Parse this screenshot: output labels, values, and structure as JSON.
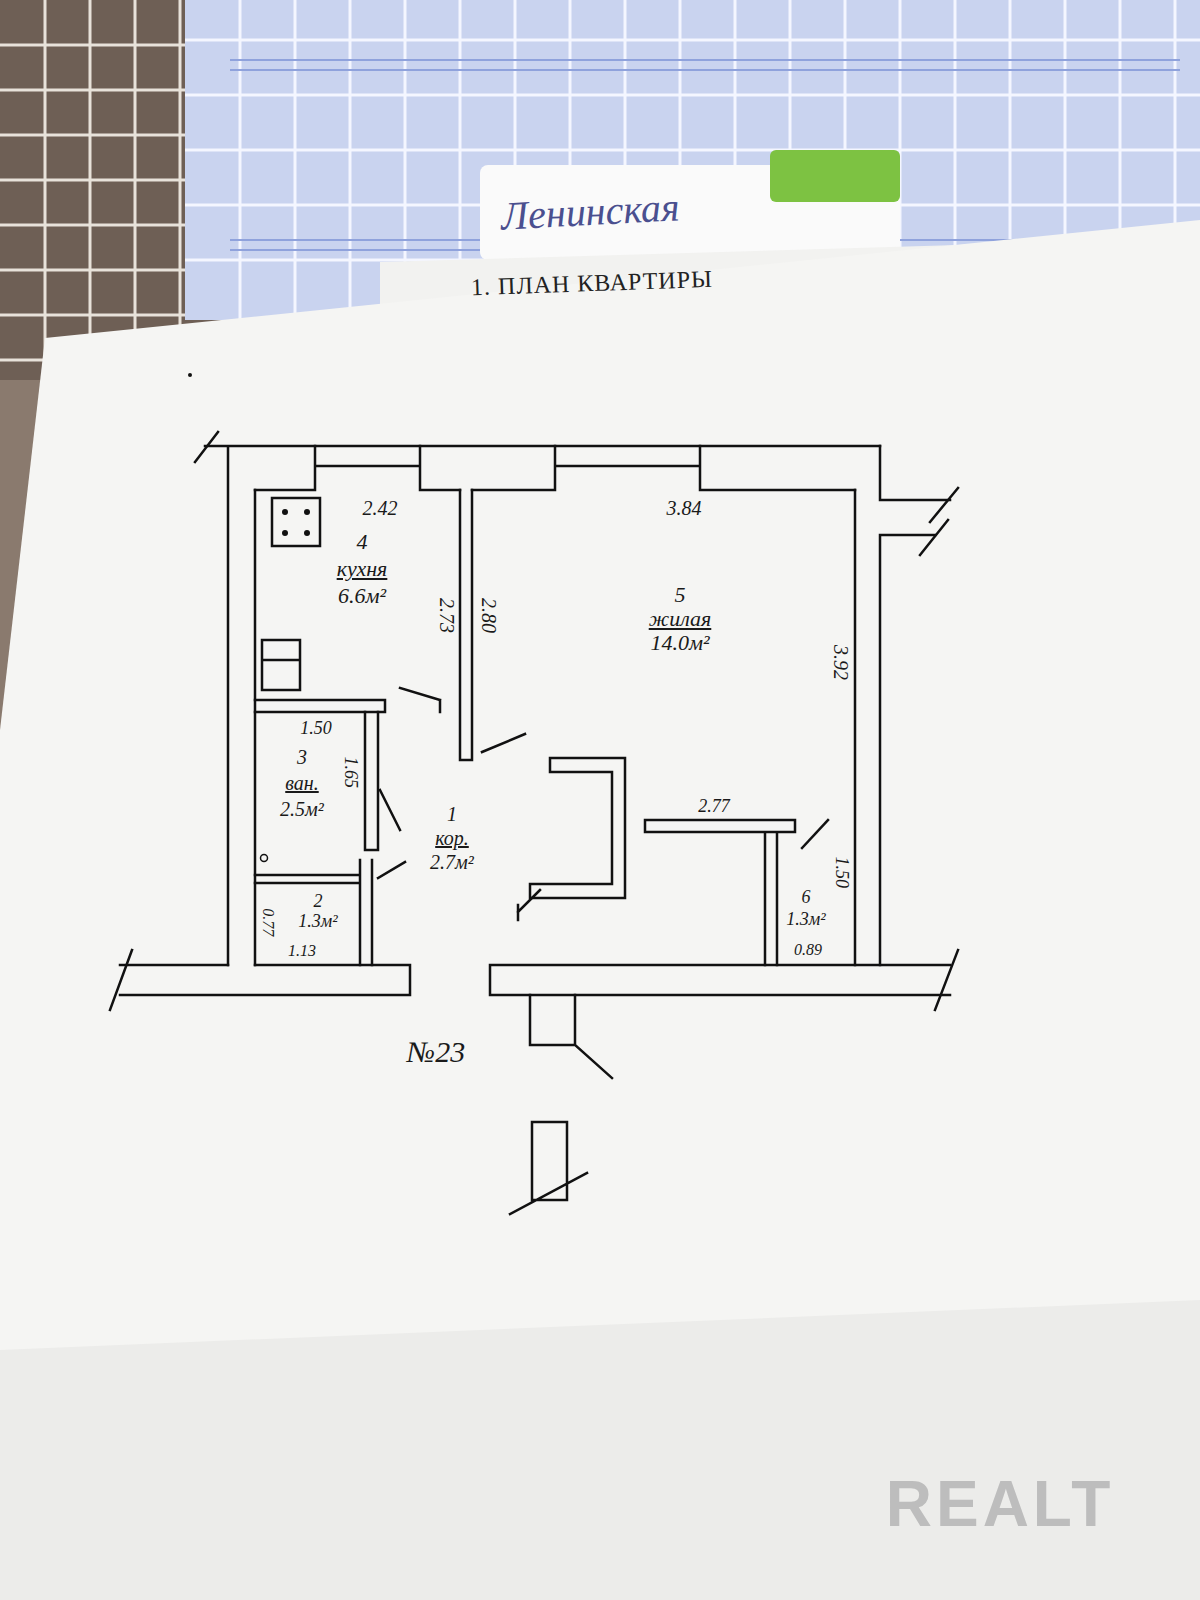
{
  "diagram": {
    "title": "1. ПЛАН КВАРТИРЫ",
    "nodes": [
      {
        "text": [
          "4",
          "кухня",
          "6.6м²"
        ]
      },
      {
        "text": [
          "5",
          "жилая",
          "14.0м²"
        ]
      },
      {
        "text": [
          "3",
          "ван.",
          "2.5м²"
        ]
      },
      {
        "text": [
          "1",
          "кор.",
          "2.7м²"
        ]
      },
      {
        "text": [
          "2",
          "1.3м²"
        ]
      },
      {
        "text": [
          "6",
          "1.3м²"
        ]
      }
    ],
    "labels": [
      "Ленинская",
      "2.42",
      "3.84",
      "2.73",
      "2.80",
      "3.92",
      "1.50",
      "1.65",
      "2.77",
      "1.50",
      "0.77",
      "1.13",
      "0.89",
      "№23",
      "REALT"
    ]
  }
}
